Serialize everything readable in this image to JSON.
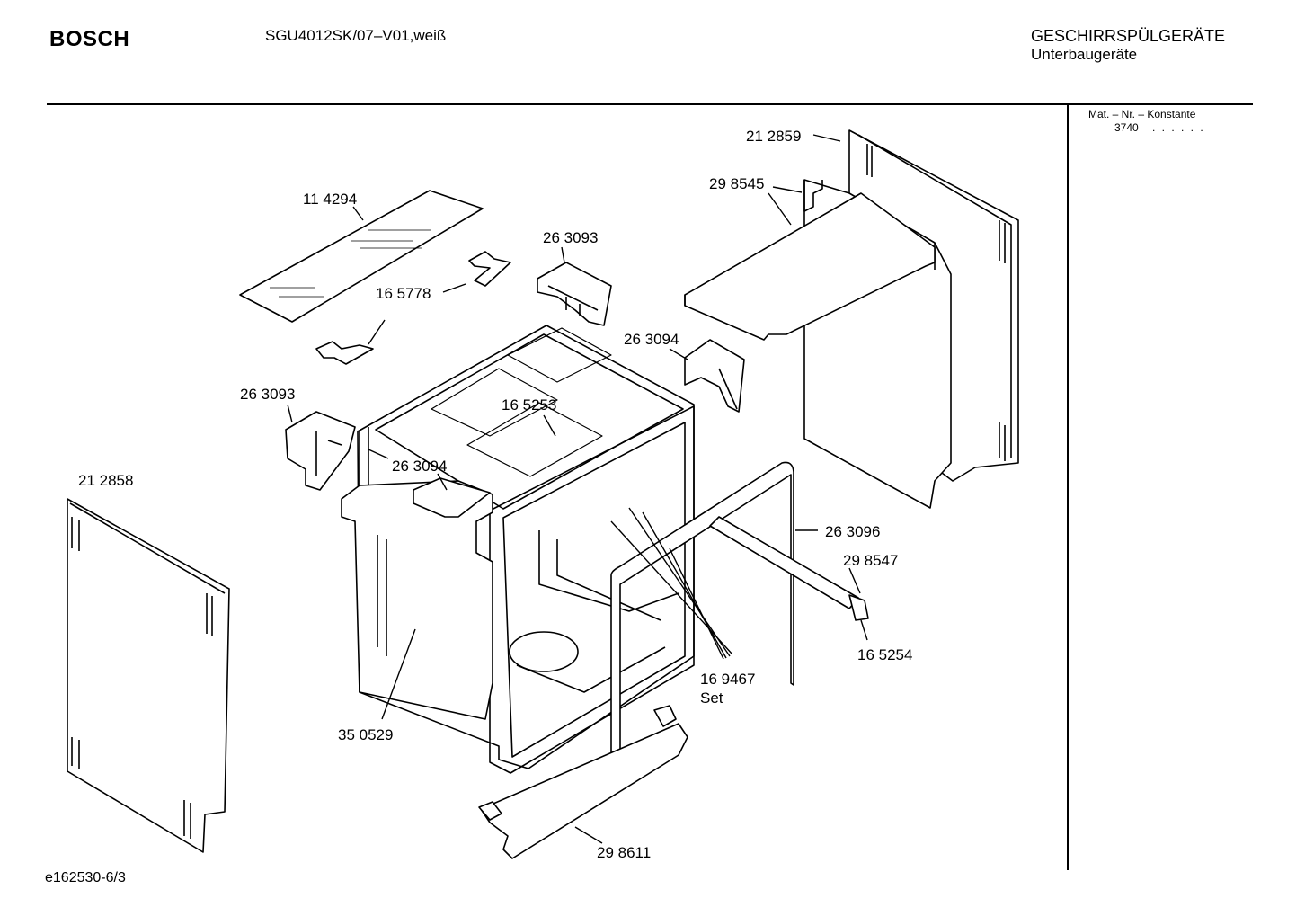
{
  "header": {
    "brand": "BOSCH",
    "model": "SGU4012SK/07–V01,weiß",
    "category": "GESCHIRRSPÜLGERÄTE",
    "subcategory": "Unterbaugeräte"
  },
  "side_info": {
    "mat_label": "Mat. – Nr. – Konstante",
    "mat_value": "3740",
    "mat_dots": ". . . . . ."
  },
  "footer": {
    "doc_ref": "e162530-6/3"
  },
  "parts": [
    {
      "id": "p-212859",
      "number": "21 2859"
    },
    {
      "id": "p-298545",
      "number": "29 8545"
    },
    {
      "id": "p-114294",
      "number": "11 4294"
    },
    {
      "id": "p-263093-top",
      "number": "26 3093"
    },
    {
      "id": "p-165778",
      "number": "16 5778"
    },
    {
      "id": "p-263094-right",
      "number": "26 3094"
    },
    {
      "id": "p-263093-left",
      "number": "26 3093"
    },
    {
      "id": "p-165253",
      "number": "16 5253"
    },
    {
      "id": "p-263094-mid",
      "number": "26 3094"
    },
    {
      "id": "p-212858",
      "number": "21 2858"
    },
    {
      "id": "p-263096",
      "number": "26 3096"
    },
    {
      "id": "p-298547",
      "number": "29 8547"
    },
    {
      "id": "p-165254",
      "number": "16 5254"
    },
    {
      "id": "p-169467",
      "number": "16 9467"
    },
    {
      "id": "p-169467-set",
      "number": "Set"
    },
    {
      "id": "p-350529",
      "number": "35 0529"
    },
    {
      "id": "p-298611",
      "number": "29 8611"
    }
  ]
}
